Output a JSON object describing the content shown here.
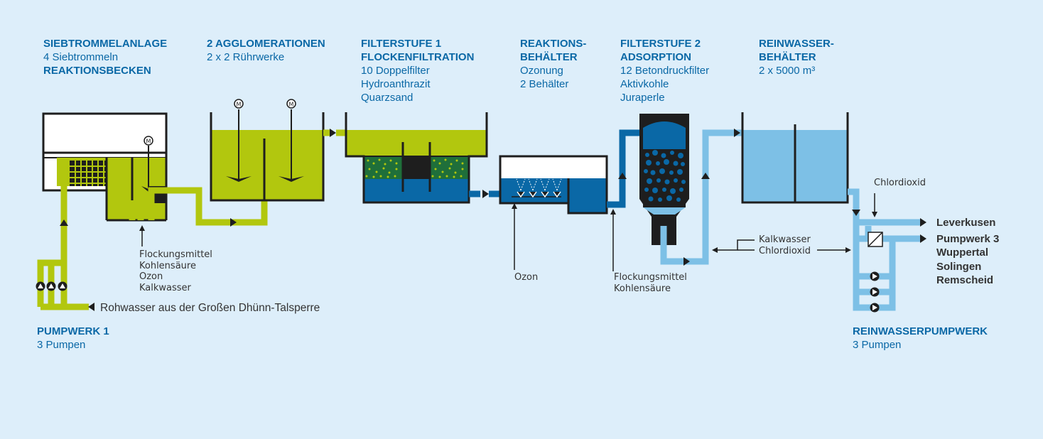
{
  "colors": {
    "background": "#ddeefa",
    "green": "#b2c70e",
    "dark_blue": "#0a68a6",
    "light_blue": "#7dc0e6",
    "black": "#1e1e1e"
  },
  "stages": [
    {
      "lines": [
        {
          "text": "SIEBTROMMELANLAGE",
          "bold": true
        },
        {
          "text": "4 Siebtrommeln",
          "bold": false
        },
        {
          "text": "REAKTIONSBECKEN",
          "bold": true
        }
      ]
    },
    {
      "lines": [
        {
          "text": "2 AGGLOMERATIONEN",
          "bold": true
        },
        {
          "text": "2 x 2  Rührwerke",
          "bold": false
        }
      ]
    },
    {
      "lines": [
        {
          "text": "FILTERSTUFE 1",
          "bold": true
        },
        {
          "text": "FLOCKENFILTRATION",
          "bold": true
        },
        {
          "text": "10 Doppelfilter",
          "bold": false
        },
        {
          "text": "Hydroanthrazit",
          "bold": false
        },
        {
          "text": "Quarzsand",
          "bold": false
        }
      ]
    },
    {
      "lines": [
        {
          "text": "REAKTIONS-",
          "bold": true
        },
        {
          "text": "BEHÄLTER",
          "bold": true
        },
        {
          "text": "Ozonung",
          "bold": false
        },
        {
          "text": "2 Behälter",
          "bold": false
        }
      ]
    },
    {
      "lines": [
        {
          "text": "FILTERSTUFE 2",
          "bold": true
        },
        {
          "text": "ADSORPTION",
          "bold": true
        },
        {
          "text": "12 Betondruckfilter",
          "bold": false
        },
        {
          "text": "Aktivkohle",
          "bold": false
        },
        {
          "text": "Juraperle",
          "bold": false
        }
      ]
    },
    {
      "lines": [
        {
          "text": "REINWASSER-",
          "bold": true
        },
        {
          "text": "BEHÄLTER",
          "bold": true
        },
        {
          "text": "2 x 5000 m³",
          "bold": false
        }
      ]
    },
    {
      "lines": [
        {
          "text": "PUMPWERK 1",
          "bold": true
        },
        {
          "text": "3 Pumpen",
          "bold": false
        }
      ]
    },
    {
      "lines": [
        {
          "text": "REINWASSERPUMPWERK",
          "bold": true
        },
        {
          "text": "3 Pumpen",
          "bold": false
        }
      ]
    }
  ],
  "dosing": {
    "stage1": [
      "Flockungsmittel",
      "Kohlensäure",
      "Ozon",
      "Kalkwasser"
    ],
    "ozone": "Ozon",
    "filter2": [
      "Flockungsmittel",
      "Kohlensäure"
    ],
    "post": [
      "Kalkwasser",
      "Chlordioxid"
    ],
    "clean_tank": "Chlordioxid"
  },
  "source_label": "Rohwasser aus der Großen Dhünn-Talsperre",
  "destinations": [
    "Leverkusen",
    "Pumpwerk 3",
    "Wuppertal",
    "Solingen",
    "Remscheid"
  ],
  "motor_symbol": "M",
  "icons": [
    "motor-icon",
    "pump-icon",
    "flow-arrow-icon",
    "valve-icon"
  ]
}
